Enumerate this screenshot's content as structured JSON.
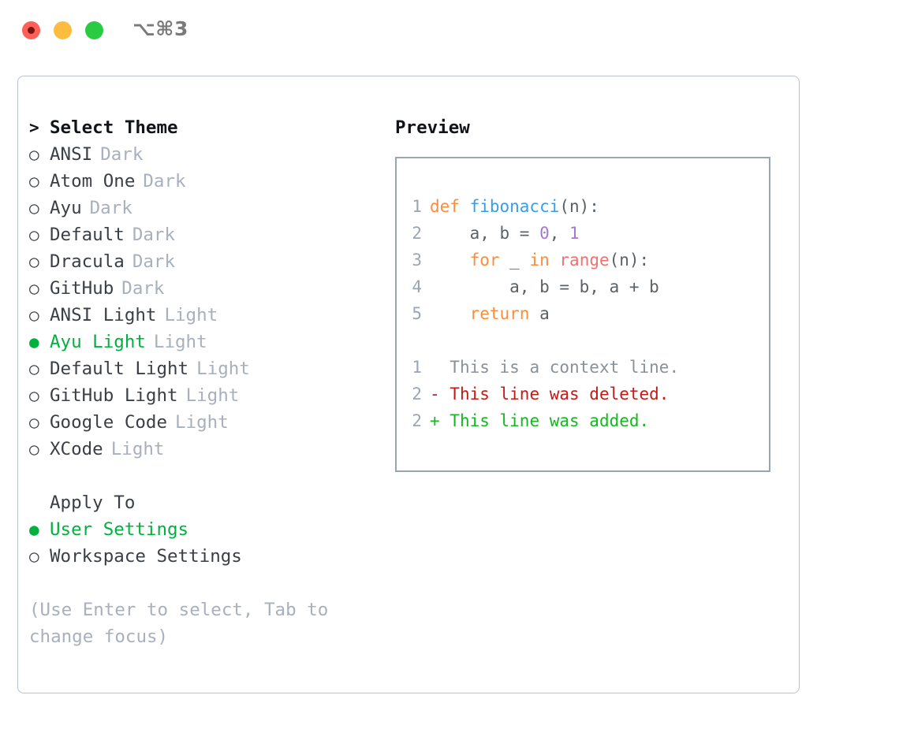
{
  "titlebar": {
    "shortcut": "⌥⌘3",
    "buttons": [
      "close",
      "minimize",
      "maximize"
    ]
  },
  "left": {
    "heading": {
      "caret": ">",
      "label": "Select Theme"
    },
    "themes": [
      {
        "bullet": "○",
        "label": "ANSI",
        "badge": "Dark",
        "selected": false
      },
      {
        "bullet": "○",
        "label": "Atom One",
        "badge": "Dark",
        "selected": false
      },
      {
        "bullet": "○",
        "label": "Ayu",
        "badge": "Dark",
        "selected": false
      },
      {
        "bullet": "○",
        "label": "Default",
        "badge": "Dark",
        "selected": false
      },
      {
        "bullet": "○",
        "label": "Dracula",
        "badge": "Dark",
        "selected": false
      },
      {
        "bullet": "○",
        "label": "GitHub",
        "badge": "Dark",
        "selected": false
      },
      {
        "bullet": "○",
        "label": "ANSI Light",
        "badge": "Light",
        "selected": false
      },
      {
        "bullet": "●",
        "label": "Ayu Light",
        "badge": "Light",
        "selected": true
      },
      {
        "bullet": "○",
        "label": "Default Light",
        "badge": "Light",
        "selected": false
      },
      {
        "bullet": "○",
        "label": "GitHub Light",
        "badge": "Light",
        "selected": false
      },
      {
        "bullet": "○",
        "label": "Google Code",
        "badge": "Light",
        "selected": false
      },
      {
        "bullet": "○",
        "label": "XCode",
        "badge": "Light",
        "selected": false
      }
    ],
    "apply_to": {
      "heading": "Apply To",
      "options": [
        {
          "bullet": "●",
          "label": "User Settings",
          "selected": true
        },
        {
          "bullet": "○",
          "label": "Workspace Settings",
          "selected": false
        }
      ]
    },
    "hint": "(Use Enter to select, Tab to change focus)"
  },
  "right": {
    "title": "Preview",
    "code": [
      {
        "no": "1",
        "tokens": [
          {
            "t": "def ",
            "c": "kw"
          },
          {
            "t": "fibonacci",
            "c": "fn"
          },
          {
            "t": "(n):",
            "c": "pl"
          }
        ]
      },
      {
        "no": "2",
        "tokens": [
          {
            "t": "    a, b = ",
            "c": "pl"
          },
          {
            "t": "0",
            "c": "num"
          },
          {
            "t": ", ",
            "c": "pl"
          },
          {
            "t": "1",
            "c": "num"
          }
        ]
      },
      {
        "no": "3",
        "tokens": [
          {
            "t": "    ",
            "c": "pl"
          },
          {
            "t": "for",
            "c": "kw"
          },
          {
            "t": " _ ",
            "c": "pl"
          },
          {
            "t": "in",
            "c": "kw"
          },
          {
            "t": " ",
            "c": "pl"
          },
          {
            "t": "range",
            "c": "bi"
          },
          {
            "t": "(n):",
            "c": "pl"
          }
        ]
      },
      {
        "no": "4",
        "tokens": [
          {
            "t": "        a, b = b, a + b",
            "c": "pl"
          }
        ]
      },
      {
        "no": "5",
        "tokens": [
          {
            "t": "    ",
            "c": "pl"
          },
          {
            "t": "return",
            "c": "kw"
          },
          {
            "t": " a",
            "c": "pl"
          }
        ]
      }
    ],
    "diff": [
      {
        "no": "1",
        "marker": " ",
        "text": " This is a context line.",
        "kind": "ctx"
      },
      {
        "no": "2",
        "marker": "-",
        "text": " This line was deleted.",
        "kind": "del"
      },
      {
        "no": "2",
        "marker": "+",
        "text": " This line was added.",
        "kind": "add"
      }
    ]
  },
  "colors": {
    "accent_green": "#00b140",
    "muted": "#a8b0bd",
    "keyword": "#fa8d3e",
    "function": "#399ee6",
    "number": "#a37acc",
    "builtin": "#f07171",
    "diff_delete": "#c01c18",
    "diff_add": "#16b820"
  }
}
